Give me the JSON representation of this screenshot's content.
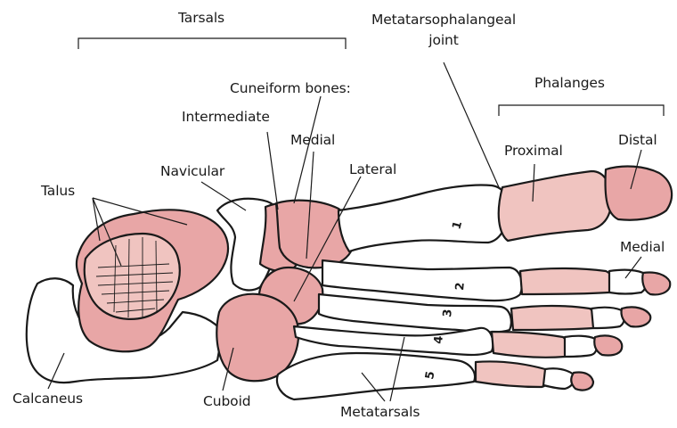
{
  "labels": {
    "tarsals": "Tarsals",
    "mtp_joint_line1": "Metatarsophalangeal",
    "mtp_joint_line2": "joint",
    "cuneiform_bones": "Cuneiform bones:",
    "phalanges": "Phalanges",
    "intermediate": "Intermediate",
    "medial_cuneiform": "Medial",
    "navicular": "Navicular",
    "lateral": "Lateral",
    "proximal": "Proximal",
    "distal": "Distal",
    "talus": "Talus",
    "medial_phalanx": "Medial",
    "calcaneus": "Calcaneus",
    "cuboid": "Cuboid",
    "metatarsals": "Metatarsals"
  },
  "metatarsal_numbers": [
    "1",
    "2",
    "3",
    "4",
    "5"
  ],
  "colors": {
    "tarsal_pink": "#e8a6a6",
    "phalanx_pink": "#f0c4c0",
    "outline": "#1a1a1a",
    "bone_white": "#ffffff"
  }
}
